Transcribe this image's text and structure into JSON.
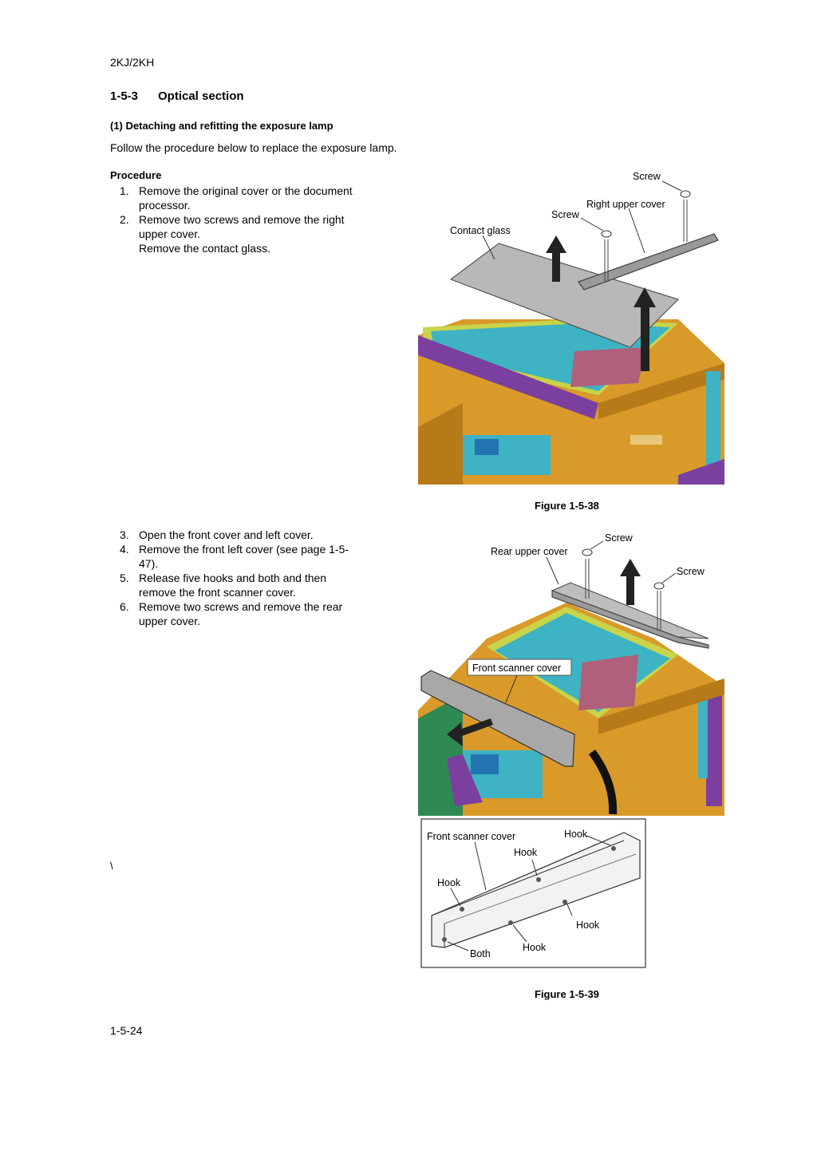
{
  "header": "2KJ/2KH",
  "section": {
    "number": "1-5-3",
    "title": "Optical section"
  },
  "subsection": "(1) Detaching and refitting the exposure lamp",
  "intro": "Follow the procedure below to replace the exposure lamp.",
  "procedure_label": "Procedure",
  "steps_a": [
    {
      "n": "1.",
      "lines": [
        "Remove the original cover or the document",
        "processor."
      ]
    },
    {
      "n": "2.",
      "lines": [
        "Remove two screws and remove the right",
        "upper cover.",
        "Remove the contact glass."
      ]
    }
  ],
  "steps_b": [
    {
      "n": "3.",
      "lines": [
        "Open the front cover and left cover."
      ]
    },
    {
      "n": "4.",
      "lines": [
        "Remove the front left cover (see page 1-5-",
        "47)."
      ]
    },
    {
      "n": "5.",
      "lines": [
        "Release five hooks and both and then",
        "remove the front scanner cover."
      ]
    },
    {
      "n": "6.",
      "lines": [
        "Remove two screws and remove the rear",
        "upper cover."
      ]
    }
  ],
  "figure1": {
    "caption": "Figure 1-5-38",
    "labels": {
      "screw_top": "Screw",
      "right_upper_cover": "Right upper cover",
      "screw_mid": "Screw",
      "contact_glass": "Contact glass"
    }
  },
  "figure2": {
    "caption": "Figure 1-5-39",
    "labels": {
      "screw_top": "Screw",
      "rear_upper_cover": "Rear upper cover",
      "screw_right": "Screw",
      "front_scanner_cover": "Front scanner cover"
    },
    "inset": {
      "front_scanner_cover": "Front scanner cover",
      "hook_tr": "Hook",
      "hook_mid": "Hook",
      "hook_left": "Hook",
      "hook_right": "Hook",
      "hook_bottom": "Hook",
      "both": "Both"
    }
  },
  "stray_char": "\\",
  "footer": "1-5-24",
  "colors": {
    "machine_body": "#d99a2a",
    "machine_shade": "#b77a18",
    "scanner_bed": "#3db3c4",
    "accent_purple": "#7b3fa0",
    "accent_pink": "#b0607a",
    "accent_yellow": "#c8d44a"
  }
}
